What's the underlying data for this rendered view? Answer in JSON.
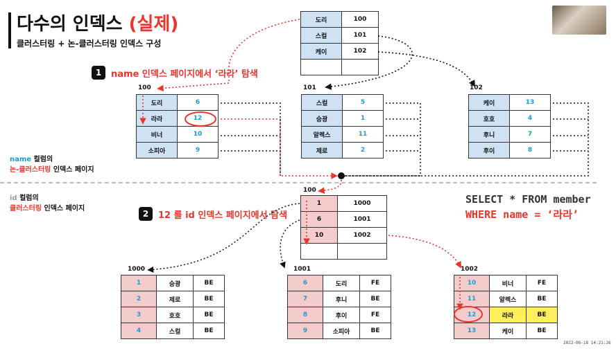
{
  "title": {
    "main": "다수의 인덱스",
    "accent": "(실제)"
  },
  "subtitle": "클러스터링 + 논-클러스터링 인덱스 구성",
  "step1": {
    "num": "1",
    "text": "name 인덱스 페이지에서 ‘라라’ 탐색"
  },
  "step2": {
    "num": "2",
    "text": "12 를 id 인덱스 페이지에서 탐색"
  },
  "note_name": {
    "line1_a": "name",
    "line1_b": " 컬럼의",
    "line2_a": "논-클러스터링",
    "line2_b": " 인덱스 페이지"
  },
  "note_id": {
    "line1_a": "id",
    "line1_b": " 컬럼의",
    "line2_a": "클러스터링",
    "line2_b": " 인덱스 페이지"
  },
  "sql": {
    "line1": "SELECT * FROM member",
    "line2": "WHERE name = ‘라라’"
  },
  "timestamp": "2022-06-18  14:21:26",
  "root": {
    "rows": [
      {
        "k": "도리",
        "v": "100"
      },
      {
        "k": "스컬",
        "v": "101"
      },
      {
        "k": "케이",
        "v": "102"
      },
      {
        "k": "",
        "v": ""
      }
    ]
  },
  "name_pages": [
    {
      "label": "100",
      "rows": [
        {
          "k": "도리",
          "v": "6"
        },
        {
          "k": "라라",
          "v": "12"
        },
        {
          "k": "비너",
          "v": "10"
        },
        {
          "k": "소피아",
          "v": "9"
        }
      ]
    },
    {
      "label": "101",
      "rows": [
        {
          "k": "스컬",
          "v": "5"
        },
        {
          "k": "승광",
          "v": "1"
        },
        {
          "k": "알렉스",
          "v": "11"
        },
        {
          "k": "제로",
          "v": "2"
        }
      ]
    },
    {
      "label": "102",
      "rows": [
        {
          "k": "케이",
          "v": "13"
        },
        {
          "k": "호호",
          "v": "4"
        },
        {
          "k": "후니",
          "v": "7"
        },
        {
          "k": "후이",
          "v": "8"
        }
      ]
    }
  ],
  "id_root": {
    "label": "100",
    "rows": [
      {
        "k": "1",
        "v": "1000"
      },
      {
        "k": "6",
        "v": "1001"
      },
      {
        "k": "10",
        "v": "1002"
      },
      {
        "k": "",
        "v": ""
      }
    ]
  },
  "data_pages": [
    {
      "label": "1000",
      "rows": [
        {
          "id": "1",
          "name": "승광",
          "c": "BE"
        },
        {
          "id": "2",
          "name": "제로",
          "c": "BE"
        },
        {
          "id": "3",
          "name": "호호",
          "c": "BE"
        },
        {
          "id": "4",
          "name": "스컬",
          "c": "BE"
        }
      ]
    },
    {
      "label": "1001",
      "rows": [
        {
          "id": "6",
          "name": "도리",
          "c": "FE"
        },
        {
          "id": "7",
          "name": "후니",
          "c": "BE"
        },
        {
          "id": "8",
          "name": "후이",
          "c": "FE"
        },
        {
          "id": "9",
          "name": "소피아",
          "c": "BE"
        }
      ]
    },
    {
      "label": "1002",
      "rows": [
        {
          "id": "10",
          "name": "비너",
          "c": "FE"
        },
        {
          "id": "11",
          "name": "알렉스",
          "c": "BE"
        },
        {
          "id": "12",
          "name": "라라",
          "c": "BE"
        },
        {
          "id": "13",
          "name": "케이",
          "c": "BE"
        }
      ]
    }
  ],
  "colors": {
    "accent": "#e8362d",
    "blue": "#1a9bd6",
    "key_blue": "#cfe2f3",
    "key_pink": "#f4cccc",
    "highlight": "#ffef5a"
  }
}
